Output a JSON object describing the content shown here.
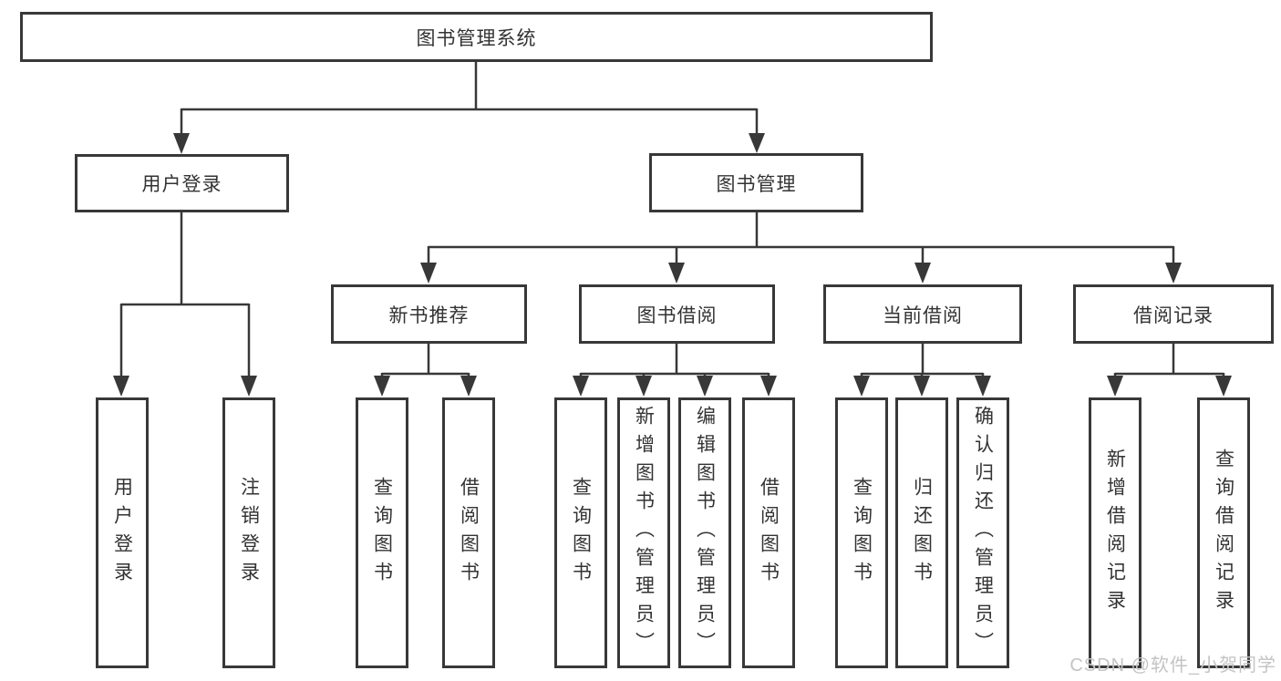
{
  "diagram_type": "functional-structure-tree",
  "colors": {
    "line": "#383838",
    "box_border": "#383838",
    "box_fill": "#ffffff",
    "text": "#333333",
    "watermark": "#c4c4c4",
    "background": "#ffffff"
  },
  "watermark": {
    "text": "CSDN @软件_小贺同学"
  },
  "hierarchy": {
    "label": "图书管理系统",
    "children": [
      {
        "label": "用户登录",
        "children": [
          {
            "label": "用户登录"
          },
          {
            "label": "注销登录"
          }
        ]
      },
      {
        "label": "图书管理",
        "children": [
          {
            "label": "新书推荐",
            "children": [
              {
                "label": "查询图书"
              },
              {
                "label": "借阅图书"
              }
            ]
          },
          {
            "label": "图书借阅",
            "children": [
              {
                "label": "查询图书"
              },
              {
                "label": "新增图书（管理员）"
              },
              {
                "label": "编辑图书（管理员）"
              },
              {
                "label": "借阅图书"
              }
            ]
          },
          {
            "label": "当前借阅",
            "children": [
              {
                "label": "查询图书"
              },
              {
                "label": "归还图书"
              },
              {
                "label": "确认归还（管理员）"
              }
            ]
          },
          {
            "label": "借阅记录",
            "children": [
              {
                "label": "新增借阅记录"
              },
              {
                "label": "查询借阅记录"
              }
            ]
          }
        ]
      }
    ]
  }
}
